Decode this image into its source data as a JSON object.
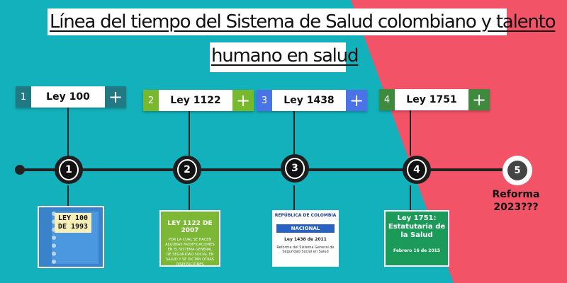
{
  "title": {
    "line1": "Línea del tiempo del Sistema de Salud colombiano y talento",
    "line2": "humano en salud"
  },
  "colors": {
    "left_bg": "#13b1bb",
    "right_bg": "#f25367"
  },
  "events": [
    {
      "number": "1",
      "label": "Ley 100",
      "color": "#217a83",
      "thumb": {
        "line1": "LEY 100",
        "line2": "DE 1993"
      }
    },
    {
      "number": "2",
      "label": "Ley 1122",
      "color": "#78b82c",
      "thumb": {
        "heading": "LEY 1122 DE 2007",
        "text": "POR LA CUAL SE HACEN ALGUNAS MODIFICACIONES EN EL SISTEMA GENERAL DE SEGURIDAD SOCIAL EN SALUD Y SE DICTAN OTRAS DISPOSICIONES"
      }
    },
    {
      "number": "3",
      "label": "Ley 1438",
      "color": "#4a73e8",
      "thumb": {
        "top": "REPÚBLICA DE COLOMBIA",
        "bar": "NACIONAL",
        "law": "Ley 1438 de 2011",
        "desc": "Reforma del Sistema General de Seguridad Social en Salud"
      }
    },
    {
      "number": "4",
      "label": "Ley 1751",
      "color": "#3f8b3d",
      "thumb": {
        "heading": "Ley 1751: Estatutaria de la Salud",
        "date": "Febrero 16 de 2015"
      }
    }
  ],
  "final": {
    "number": "5",
    "label": "Reforma 2023???"
  }
}
